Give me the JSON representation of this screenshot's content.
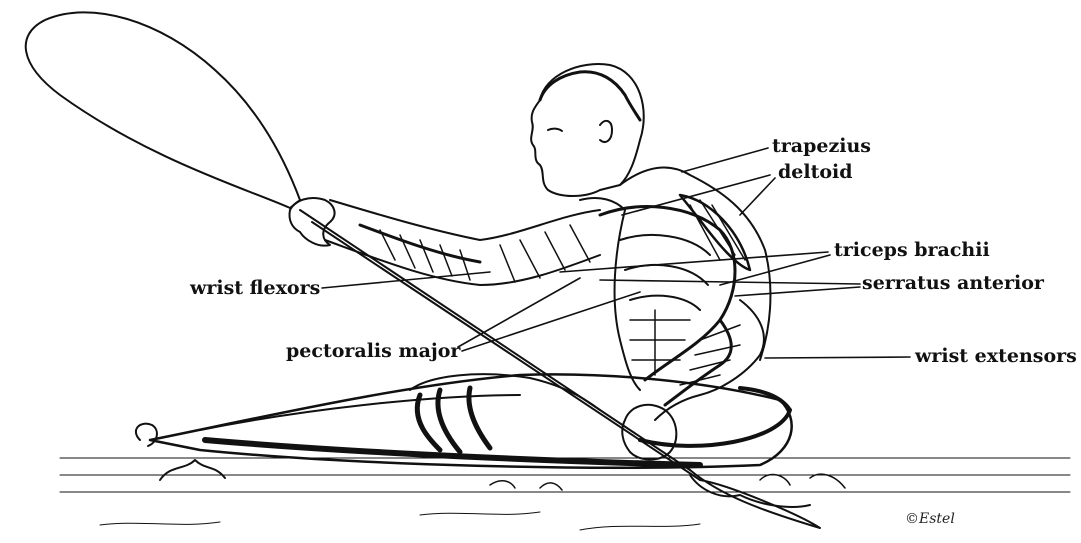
{
  "labels": {
    "trapezius": "trapezius",
    "deltoid": "deltoid",
    "triceps_brachii": "triceps brachii",
    "serratus_anterior": "serratus anterior",
    "wrist_extensors": "wrist extensors",
    "wrist_flexors": "wrist flexors",
    "pectoralis_major": "pectoralis major"
  },
  "signature": "©Estel",
  "colors": {
    "ink": "#111111",
    "paper": "#ffffff"
  }
}
